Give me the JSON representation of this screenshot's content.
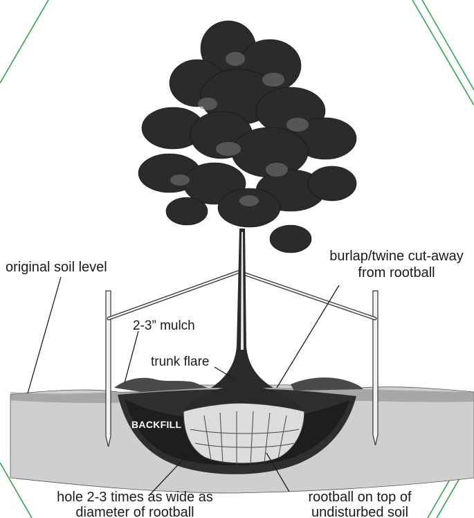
{
  "colors": {
    "frame": "#2ca84a",
    "ink": "#1a1a1a",
    "soil": "#c9c9c9",
    "hole": "#3a3a3a",
    "rootball": "#d8d8d8",
    "foliage": "#2b2b2b",
    "backfill_text": "#ffffff"
  },
  "labels": {
    "original_soil_level": "original soil level",
    "mulch": "2-3” mulch",
    "trunk_flare": "trunk flare",
    "burlap_line1": "burlap/twine cut-away",
    "burlap_line2": "from rootball",
    "backfill": "BACKFILL",
    "hole_line1": "hole 2-3 times as wide as",
    "hole_line2": "diameter of rootball",
    "rootball_line1": "rootball on top of",
    "rootball_line2": "undisturbed soil"
  }
}
